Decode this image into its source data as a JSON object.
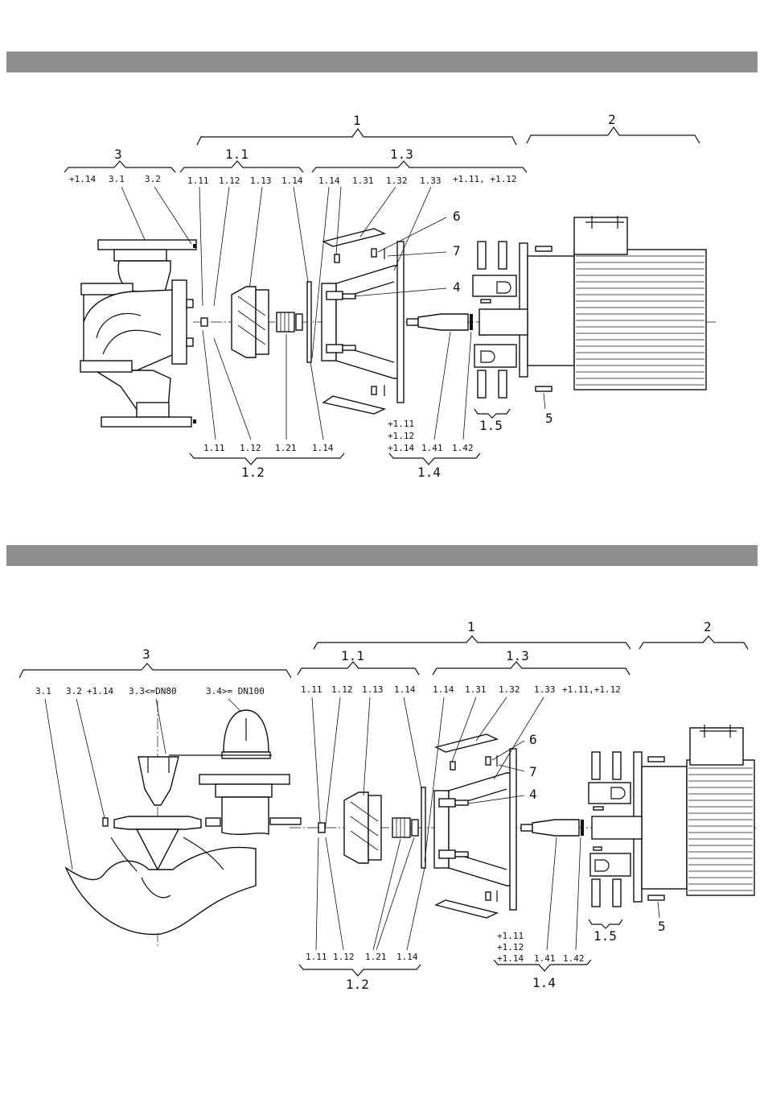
{
  "diagram1": {
    "groups": {
      "g1": "1",
      "g2": "2",
      "g3": "3",
      "g11": "1.1",
      "g13": "1.3",
      "g12": "1.2",
      "g14": "1.4",
      "g15": "1.5"
    },
    "top_labels": {
      "p114a": "+1.14",
      "p31": "3.1",
      "p32": "3.2",
      "a111": "1.11",
      "a112": "1.12",
      "a113": "1.13",
      "a114": "1.14",
      "b114": "1.14",
      "b131": "1.31",
      "b132": "1.32",
      "b133": "1.33",
      "bplus": "+1.11, +1.12"
    },
    "side_labels": {
      "n6": "6",
      "n7": "7",
      "n4": "4",
      "n5": "5"
    },
    "bottom_labels": {
      "c111": "1.11",
      "c112": "1.12",
      "c121": "1.21",
      "c114": "1.14",
      "d111": "+1.11",
      "d112": "+1.12",
      "d114": "+1.14",
      "d141": "1.41",
      "d142": "1.42"
    }
  },
  "diagram2": {
    "groups": {
      "g1": "1",
      "g2": "2",
      "g3": "3",
      "g11": "1.1",
      "g13": "1.3",
      "g12": "1.2",
      "g14": "1.4",
      "g15": "1.5"
    },
    "top_labels": {
      "p31": "3.1",
      "p32": "3.2",
      "p114": "+1.14",
      "p33": "3.3<=DN80",
      "p34": "3.4>= DN100",
      "a111": "1.11",
      "a112": "1.12",
      "a113": "1.13",
      "a114": "1.14",
      "b114": "1.14",
      "b131": "1.31",
      "b132": "1.32",
      "b133": "1.33",
      "bplus": "+1.11,+1.12"
    },
    "side_labels": {
      "n6": "6",
      "n7": "7",
      "n4": "4",
      "n5": "5"
    },
    "bottom_labels": {
      "c111": "1.11",
      "c112": "1.12",
      "c121": "1.21",
      "c114": "1.14",
      "d111": "+1.11",
      "d112": "+1.12",
      "d114": "+1.14",
      "d141": "1.41",
      "d142": "1.42"
    }
  }
}
